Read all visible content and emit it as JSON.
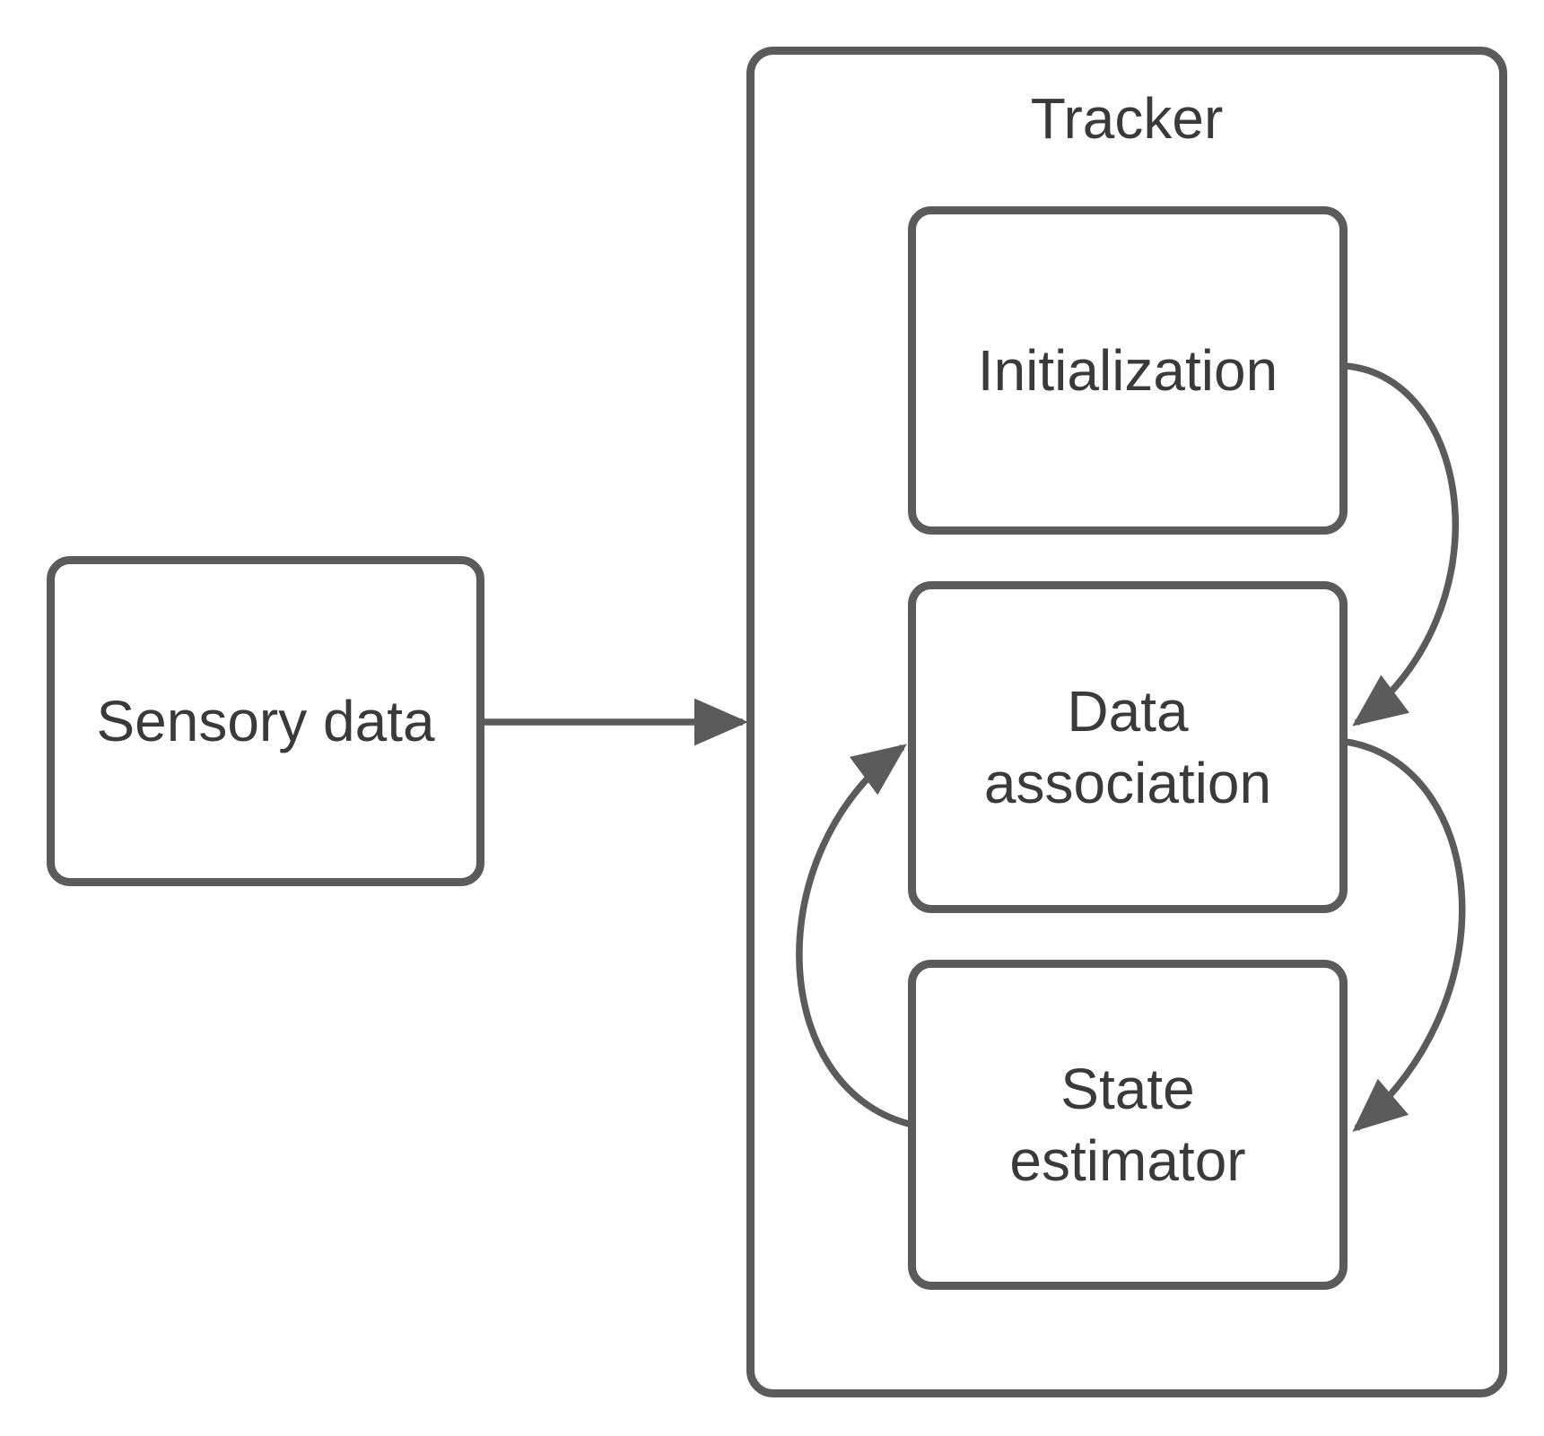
{
  "diagram": {
    "background_color": "#ffffff",
    "stroke_color": "#5b5b5b",
    "text_color": "#3a3a3a",
    "outer_node": {
      "id": "sensory-data",
      "label": "Sensory data"
    },
    "container": {
      "id": "tracker",
      "title": "Tracker"
    },
    "inner_nodes": [
      {
        "id": "initialization",
        "lines": [
          "Initialization"
        ]
      },
      {
        "id": "data-association",
        "lines": [
          "Data",
          "association"
        ]
      },
      {
        "id": "state-estimator",
        "lines": [
          "State",
          "estimator"
        ]
      }
    ],
    "edges": [
      {
        "from": "sensory-data",
        "to": "tracker",
        "style": "straight-arrow"
      },
      {
        "from": "initialization",
        "to": "data-association",
        "style": "curved-arrow-right-side"
      },
      {
        "from": "data-association",
        "to": "state-estimator",
        "style": "curved-arrow-right-side"
      },
      {
        "from": "state-estimator",
        "to": "data-association",
        "style": "curved-arrow-left-side"
      }
    ]
  }
}
